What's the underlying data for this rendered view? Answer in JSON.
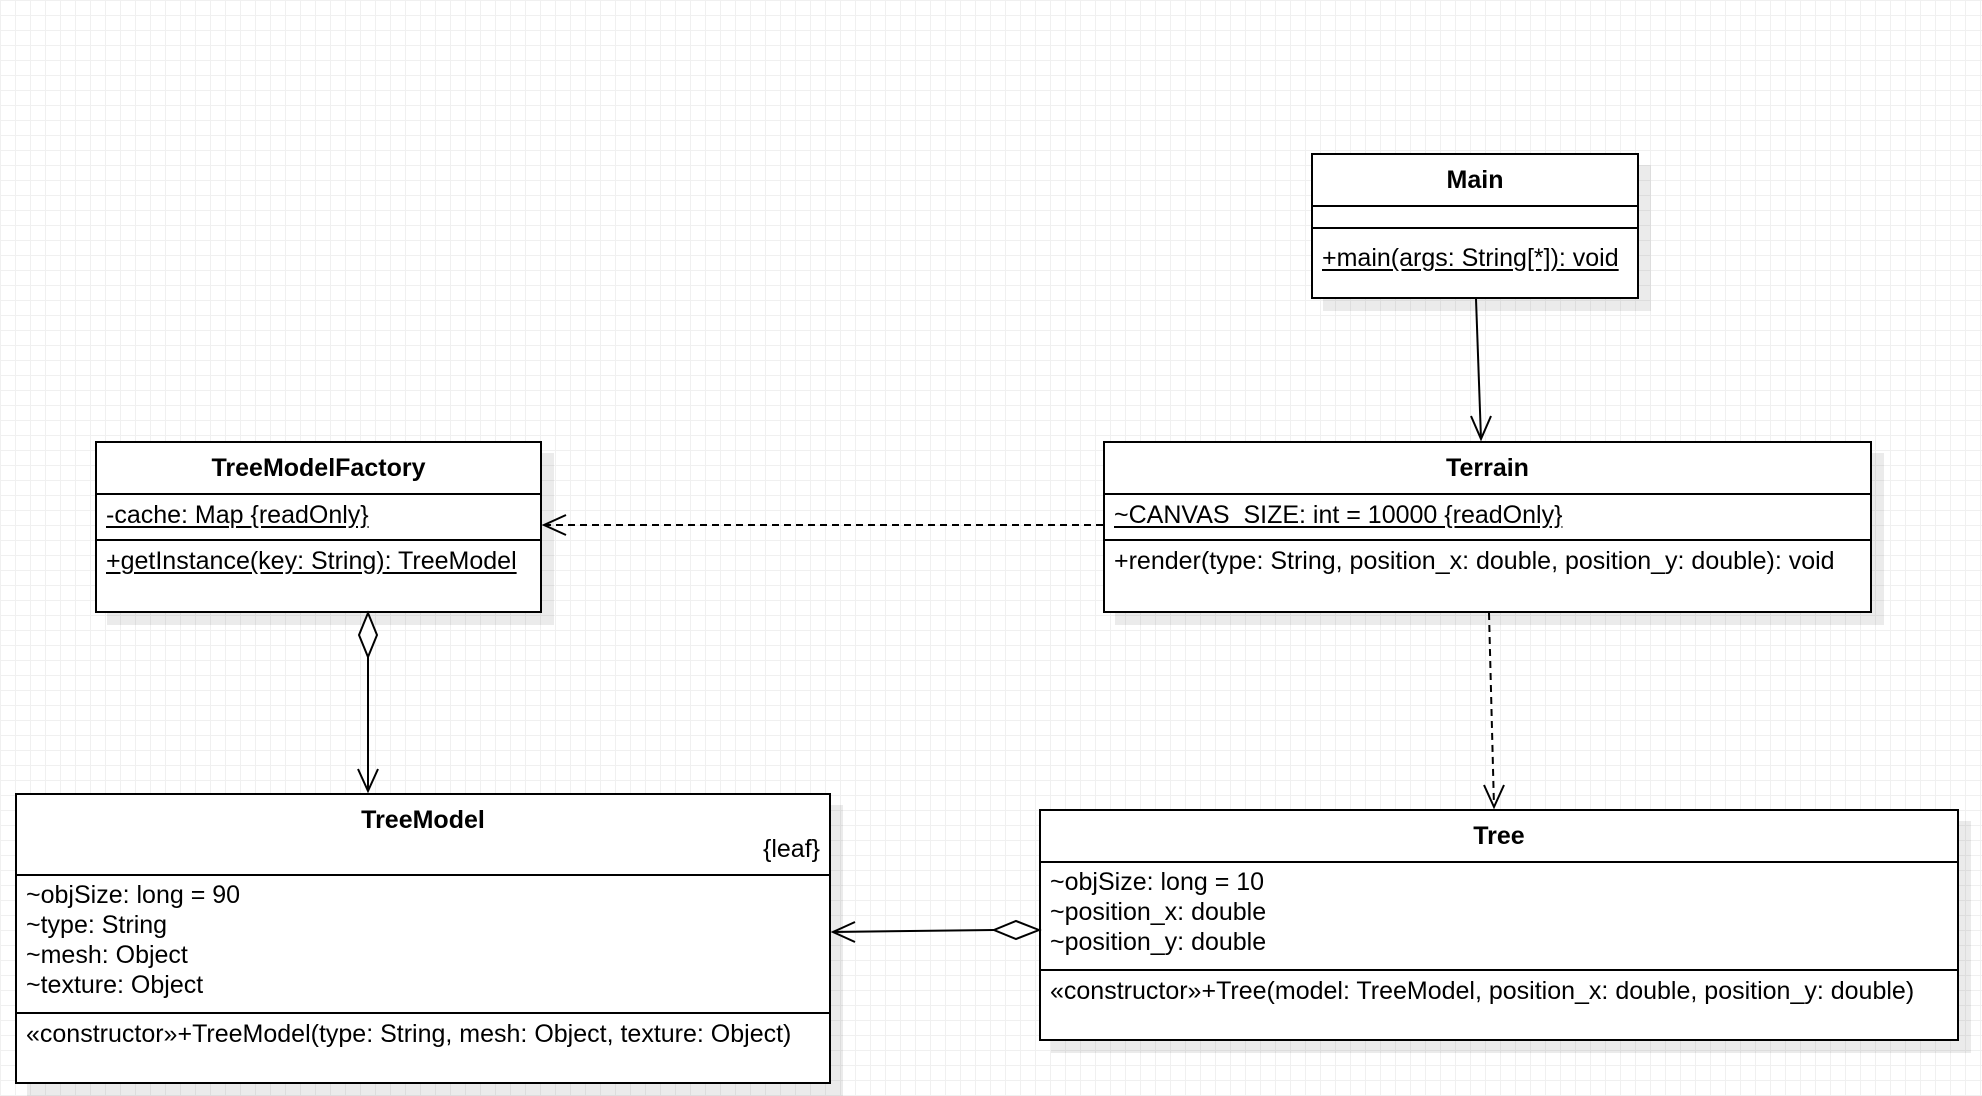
{
  "classes": {
    "main": {
      "name": "Main",
      "attributes": [],
      "operations": [
        "+main(args: String[*]): void"
      ]
    },
    "terrain": {
      "name": "Terrain",
      "attributes": [
        "~CANVAS_SIZE: int = 10000 {readOnly}"
      ],
      "operations": [
        "+render(type: String, position_x: double, position_y: double): void"
      ]
    },
    "tree_model_factory": {
      "name": "TreeModelFactory",
      "attributes": [
        "-cache: Map {readOnly}"
      ],
      "operations": [
        "+getInstance(key: String): TreeModel"
      ]
    },
    "tree_model": {
      "name": "TreeModel",
      "property": "{leaf}",
      "attributes": [
        "~objSize: long = 90",
        "~type: String",
        "~mesh: Object",
        "~texture: Object"
      ],
      "operations": [
        "«constructor»+TreeModel(type: String, mesh: Object, texture: Object)"
      ]
    },
    "tree": {
      "name": "Tree",
      "attributes": [
        "~objSize: long = 10",
        "~position_x: double",
        "~position_y: double"
      ],
      "operations": [
        "«constructor»+Tree(model: TreeModel, position_x: double, position_y: double)"
      ]
    }
  },
  "relationships": [
    {
      "type": "association",
      "from": "Main",
      "to": "Terrain"
    },
    {
      "type": "dependency",
      "from": "Terrain",
      "to": "TreeModelFactory"
    },
    {
      "type": "dependency",
      "from": "Terrain",
      "to": "Tree"
    },
    {
      "type": "aggregation",
      "whole": "TreeModelFactory",
      "part": "TreeModel"
    },
    {
      "type": "aggregation",
      "whole": "Tree",
      "part": "TreeModel"
    }
  ]
}
